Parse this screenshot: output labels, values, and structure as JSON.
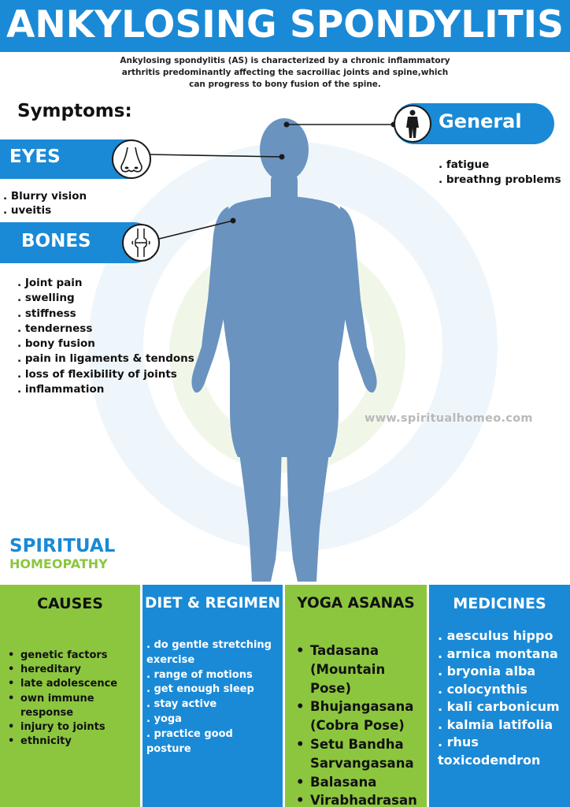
{
  "header": {
    "title": "ANKYLOSING SPONDYLITIS",
    "intro": "Ankylosing spondylitis (AS) is characterized by a chronic inflammatory arthritis predominantly affecting the sacroiliac joints and spine,which can progress to bony fusion of the spine."
  },
  "symptoms": {
    "label": "Symptoms:",
    "eyes": {
      "label": "EYES",
      "icon": "nose-icon",
      "items": [
        ". Blurry vision",
        ". uveitis"
      ]
    },
    "bones": {
      "label": "BONES",
      "icon": "bone-joint-icon",
      "items": [
        ". Joint pain",
        ". swelling",
        ". stiffness",
        ". tenderness",
        ". bony fusion",
        ". pain in ligaments & tendons",
        ". loss of flexibility of joints",
        ". inflammation"
      ]
    },
    "general": {
      "label": "General",
      "icon": "human-body-icon",
      "items": [
        ". fatigue",
        ". breathng problems"
      ]
    }
  },
  "website": "www.spiritualhomeo.com",
  "brand": {
    "line1": "SPIRITUAL",
    "line2": "HOMEOPATHY"
  },
  "sections": {
    "causes": {
      "title": "CAUSES",
      "items": [
        "genetic factors",
        "hereditary",
        "late adolescence",
        "own immune response",
        "injury to joints",
        "ethnicity"
      ]
    },
    "diet": {
      "title": "DIET & REGIMEN",
      "items": [
        ". do gentle stretching exercise",
        ". range of motions",
        ". get enough sleep",
        ". stay active",
        ". yoga",
        ". practice good posture"
      ]
    },
    "yoga": {
      "title": "YOGA ASANAS",
      "items": [
        "Tadasana (Mountain Pose)",
        "Bhujangasana (Cobra Pose)",
        "Setu Bandha Sarvangasana",
        "Balasana",
        "Virabhadrasana II"
      ]
    },
    "medicines": {
      "title": "MEDICINES",
      "items": [
        ". aesculus hippo",
        ". arnica montana",
        ". bryonia alba",
        ". colocynthis",
        ". kali carbonicum",
        ". kalmia latifolia",
        ". rhus toxicodendron"
      ]
    }
  },
  "colors": {
    "blue": "#1a8ad6",
    "green": "#8cc63f",
    "body": "#6b93bf"
  }
}
